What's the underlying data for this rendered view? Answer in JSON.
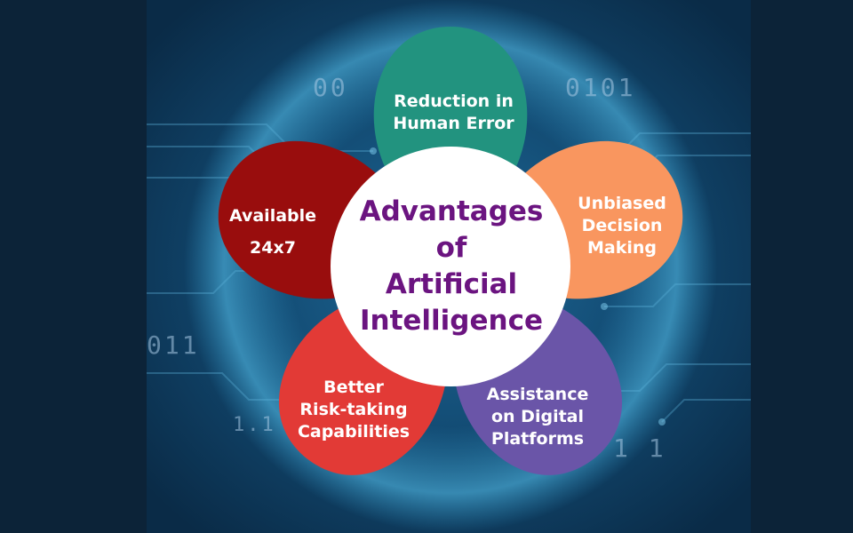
{
  "diagram": {
    "title_lines": [
      "Advantages",
      "of",
      "Artificial",
      "Intelligence"
    ],
    "petals": [
      {
        "id": "top",
        "lines": [
          "Reduction in",
          "Human Error"
        ],
        "color": "#22937f"
      },
      {
        "id": "right",
        "lines": [
          "Unbiased",
          "Decision",
          "Making"
        ],
        "color": "#f9965f"
      },
      {
        "id": "bottom-right",
        "lines": [
          "Assistance",
          "on Digital",
          "Platforms"
        ],
        "color": "#6a55a8"
      },
      {
        "id": "bottom-left",
        "lines": [
          "Better",
          "Risk-taking",
          "Capabilities"
        ],
        "color": "#e23a36"
      },
      {
        "id": "left",
        "lines": [
          "Available",
          "24x7"
        ],
        "color": "#990d0d"
      }
    ],
    "center_color": "#ffffff",
    "title_color": "#6b1480"
  },
  "background": {
    "binary_texts": [
      "00",
      "0101",
      "011",
      "1.1",
      "1 1"
    ],
    "colors": {
      "dark": "#0c2338",
      "panel": "#0d3556",
      "glow": "#3aa7d8"
    }
  }
}
